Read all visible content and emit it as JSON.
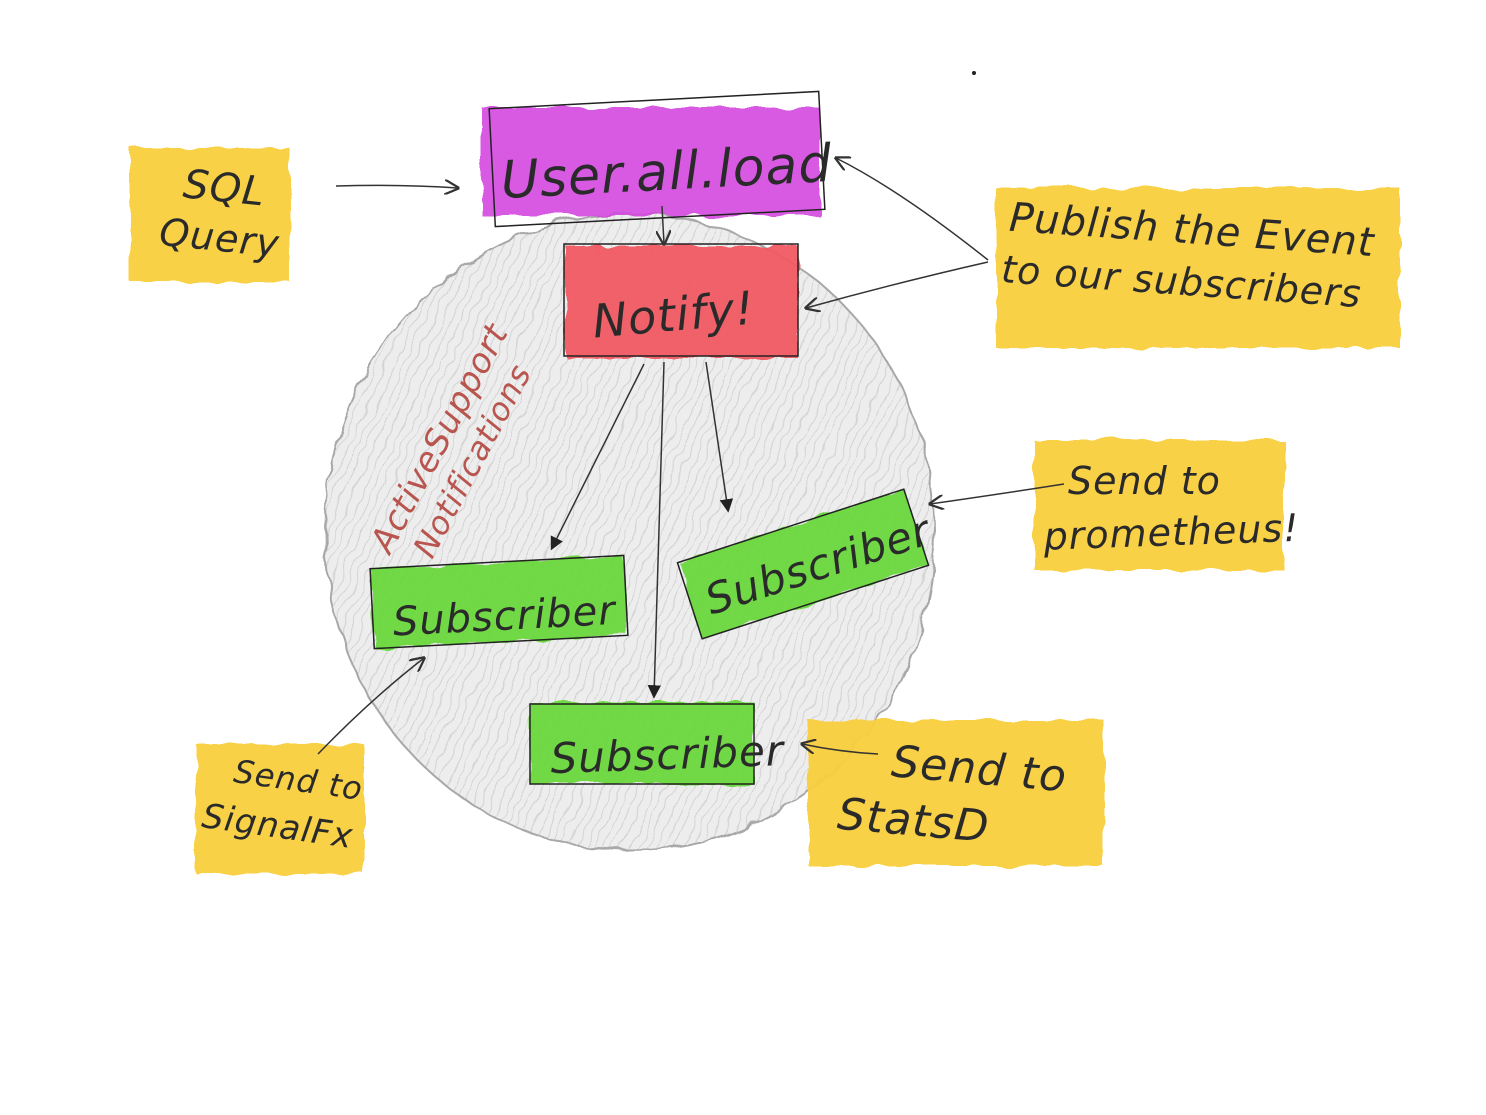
{
  "nodes": {
    "event": "User.all.load",
    "notify": "Notify!",
    "subscriber_left": "Subscriber",
    "subscriber_right": "Subscriber",
    "subscriber_bottom": "Subscriber"
  },
  "group_label": {
    "line1": "ActiveSupport",
    "line2": "Notifications"
  },
  "notes": {
    "sql_line1": "SQL",
    "sql_line2": "Query",
    "publish_line1": "Publish the Event",
    "publish_line2": "to our subscribers",
    "prometheus_line1": "Send to",
    "prometheus_line2": "prometheus!",
    "signalfx_line1": "Send to",
    "signalfx_line2": "SignalFx",
    "statsd_line1": "Send to",
    "statsd_line2": "StatsD"
  },
  "colors": {
    "event": "#d44ae0",
    "notify": "#f25a64",
    "subscriber": "#6ad83c",
    "note": "#f9cf3e",
    "group": "#e2e2e2"
  }
}
